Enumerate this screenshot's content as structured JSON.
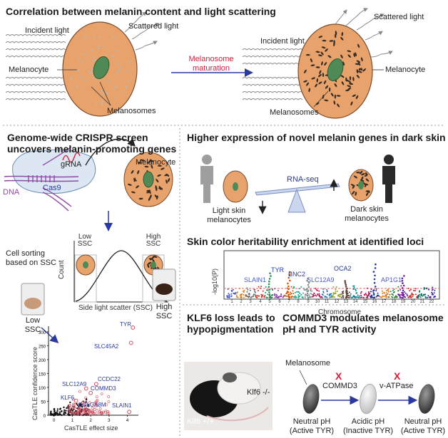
{
  "colors": {
    "cell": "#e8a36c",
    "cell_edge": "#7a4a2a",
    "nucleus": "#4f8a56",
    "arrow_blue": "#2a3a9e",
    "red": "#d21f3c",
    "wave": "#8a8a8a"
  },
  "panel1": {
    "title": "Correlation between melanin content and light scattering",
    "incident_light_left": "Incident light",
    "scattered_light_left": "Scattered light",
    "melanocyte_left": "Melanocyte",
    "melanosomes_left": "Melanosomes",
    "maturation_line1": "Melanosome",
    "maturation_line2": "maturation",
    "incident_light_right": "Incident light",
    "scattered_light_right": "Scattered light",
    "melanocyte_right": "Melanocyte",
    "melanosomes_right": "Melanosomes"
  },
  "panel2": {
    "title_line1": "Genome-wide CRISPR screen",
    "title_line2": "uncovers melanin-promoting genes",
    "grna": "gRNA",
    "cas9": "Cas9",
    "dna": "DNA",
    "melanocyte": "Melanocyte",
    "low_ssc": "Low SSC",
    "high_ssc": "High SSC",
    "count": "Count",
    "xaxis": "Side light scatter (SSC)",
    "cell_sorting_line1": "Cell sorting",
    "cell_sorting_line2": "based on SSC",
    "tube_low": "Low SSC",
    "tube_high": "High SSC"
  },
  "scatter": {
    "ylabel": "CasTLE confidence score",
    "xlabel": "CasTLE effect size",
    "genes": [
      {
        "label": "TYR"
      },
      {
        "label": "SLC45A2"
      },
      {
        "label": "CCDC22"
      },
      {
        "label": "SLC12A9"
      },
      {
        "label": "COMMD3"
      },
      {
        "label": "KLF6"
      },
      {
        "label": "GOLGA8M"
      },
      {
        "label": "SLAIN1"
      }
    ]
  },
  "chart_data": {
    "type": "scatter",
    "xlabel": "CasTLE effect size",
    "ylabel": "CasTLE confidence score",
    "xlim": [
      -0.3,
      4.6
    ],
    "ylim": [
      0,
      320
    ],
    "xticks": [
      "0",
      "1",
      "2",
      "3",
      "4"
    ],
    "yticks": [
      "0",
      "50",
      "100",
      "150",
      "200",
      "250",
      "300"
    ],
    "highlighted": [
      {
        "name": "TYR",
        "x": 4.3,
        "y": 315
      },
      {
        "name": "SLC45A2",
        "x": 4.2,
        "y": 260
      },
      {
        "name": "CCDC22",
        "x": 2.3,
        "y": 112
      },
      {
        "name": "SLC12A9",
        "x": 1.75,
        "y": 96
      },
      {
        "name": "COMMD3",
        "x": 2.0,
        "y": 80
      },
      {
        "name": "KLF6",
        "x": 1.2,
        "y": 52
      },
      {
        "name": "GOLGA8M",
        "x": 1.6,
        "y": 45
      },
      {
        "name": "SLAIN1",
        "x": 4.1,
        "y": 12
      }
    ]
  },
  "panel3": {
    "title": "Higher expression of novel melanin genes in dark skin",
    "light_line1": "Light skin",
    "light_line2": "melanocytes",
    "dark_line1": "Dark skin",
    "dark_line2": "melanocytes",
    "rnaseq": "RNA-seq"
  },
  "panel4": {
    "title": "Skin color heritability enrichment at identified loci",
    "ylabel": "-log10(P)",
    "xlabel": "Chromosome",
    "chromosomes": [
      "1",
      "2",
      "3",
      "4",
      "5",
      "6",
      "7",
      "8",
      "9",
      "10",
      "11",
      "12",
      "13",
      "14",
      "15",
      "16",
      "17",
      "18",
      "19",
      "20",
      "21",
      "22"
    ],
    "loci": [
      "SLAIN1",
      "TYR",
      "BNC2",
      "SLC12A9",
      "OCA2",
      "AP1G1"
    ]
  },
  "panel5": {
    "title_line1": "KLF6 loss leads to",
    "title_line2": "hypopigmentation",
    "ko": "Klf6 -/-",
    "wt": "Klf6 +/+"
  },
  "panel6": {
    "title_line1": "COMMD3 modulates melanosome",
    "title_line2": "pH and TYR activity",
    "melanosome": "Melanosome",
    "commd3": "COMMD3",
    "vatpase": "v-ATPase",
    "x_mark": "X",
    "state1_line1": "Neutral pH",
    "state1_line2": "(Active TYR)",
    "state2_line1": "Acidic pH",
    "state2_line2": "(Inactive TYR)",
    "state3_line1": "Neutral pH",
    "state3_line2": "(Active TYR)"
  }
}
